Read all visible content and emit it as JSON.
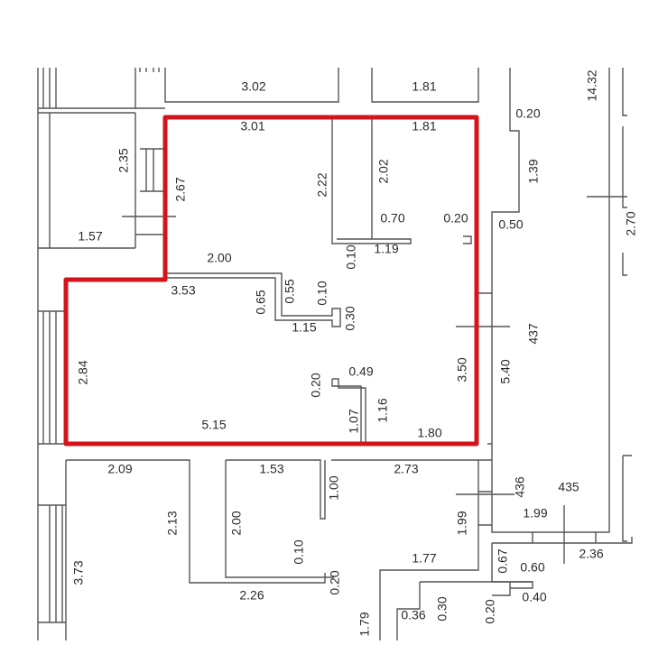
{
  "highlight_color": "#d4141c",
  "dimensions": {
    "h": [
      "3.02",
      "1.81",
      "3.01",
      "1.81",
      "0.20",
      "0.70",
      "0.20",
      "0.50",
      "1.19",
      "1.57",
      "2.00",
      "3.53",
      "1.15",
      "0.49",
      "5.15",
      "1.80",
      "2.09",
      "1.53",
      "2.73",
      "435",
      "1.99",
      "2.36",
      "1.77",
      "0.60",
      "2.26",
      "0.40",
      "0.36"
    ],
    "v": [
      "2.35",
      "2.67",
      "2.22",
      "2.02",
      "1.39",
      "14.32",
      "2.70",
      "0.10",
      "0.55",
      "0.10",
      "0.65",
      "0.30",
      "437",
      "2.84",
      "3.50",
      "5.40",
      "0.20",
      "1.07",
      "1.16",
      "1.00",
      "436",
      "2.13",
      "2.00",
      "1.99",
      "3.73",
      "0.10",
      "0.20",
      "0.67",
      "0.30",
      "0.20",
      "1.79"
    ]
  }
}
